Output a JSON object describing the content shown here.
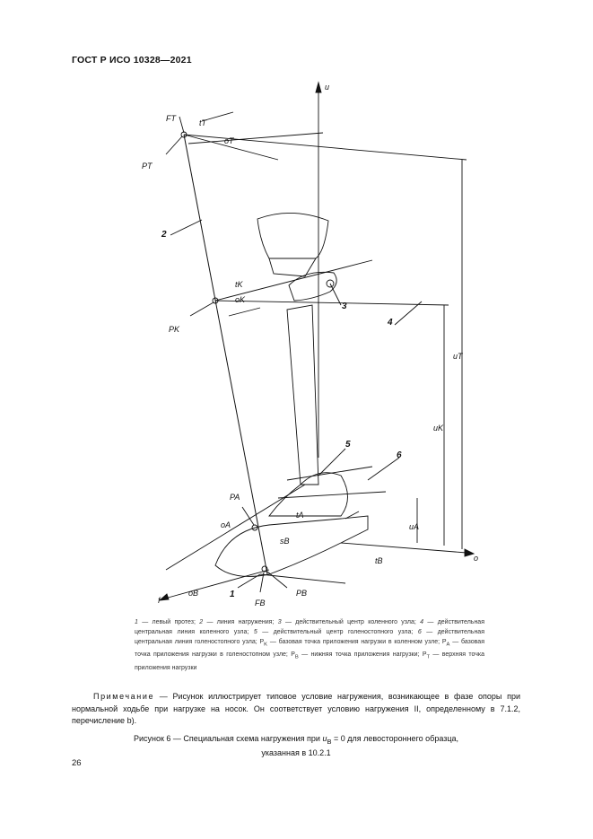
{
  "header": {
    "standard": "ГОСТ Р ИСО 10328—2021"
  },
  "figure": {
    "labels": {
      "u": "u",
      "o": "o",
      "f": "f",
      "FT": "FT",
      "PT": "PT",
      "tT": "tT",
      "oT": "oT",
      "tK": "tK",
      "oK": "oK",
      "PK": "PK",
      "uT": "uT",
      "uK": "uK",
      "PA": "PA",
      "oA": "oA",
      "tA": "tA",
      "sB": "sB",
      "uA": "uA",
      "tB": "tB",
      "oB": "oB",
      "FB": "FB",
      "PB": "PB"
    },
    "numbers": {
      "n1": "1",
      "n2": "2",
      "n3": "3",
      "n4": "4",
      "n5": "5",
      "n6": "6"
    }
  },
  "legend": {
    "n1": "1",
    "t1": " — левый протез; ",
    "n2": "2",
    "t2": " — линия нагружения; ",
    "n3": "3",
    "t3": " — действительный центр коленного узла; ",
    "n4": "4",
    "t4": " — действительная центральная линия коленного узла; ",
    "n5": "5",
    "t5": " — действительный центр голеностопного узла; ",
    "n6": "6",
    "t6": " — действительная центральная линия голеностопного узла; ",
    "pk": "P",
    "pk_sub": "K",
    "tpk": " — базовая точка приложения нагрузки в коленном узле; ",
    "pa": "P",
    "pa_sub": "A",
    "tpa": " — базовая точка приложения нагрузки в голеностопном узле; ",
    "pb": "P",
    "pb_sub": "B",
    "tpb": " — нижняя точка приложения нагрузки; ",
    "pt": "P",
    "pt_sub": "T",
    "tpt": " — верхняя точка приложения нагрузки"
  },
  "note": {
    "label": "Примечание",
    "text": " — Рисунок иллюстрирует типовое условие нагружения, возникающее в фазе опоры при нормальной ходьбе при нагрузке на носок. Он соответствует условию нагружения II, определенному в 7.1.2, перечисление b)."
  },
  "caption": {
    "line1_a": "Рисунок 6 — Специальная схема нагружения при ",
    "u": "u",
    "u_sub": "B",
    "line1_b": " = 0 для левостороннего образца,",
    "line2": "указанная в 10.2.1"
  },
  "page": {
    "number": "26"
  }
}
